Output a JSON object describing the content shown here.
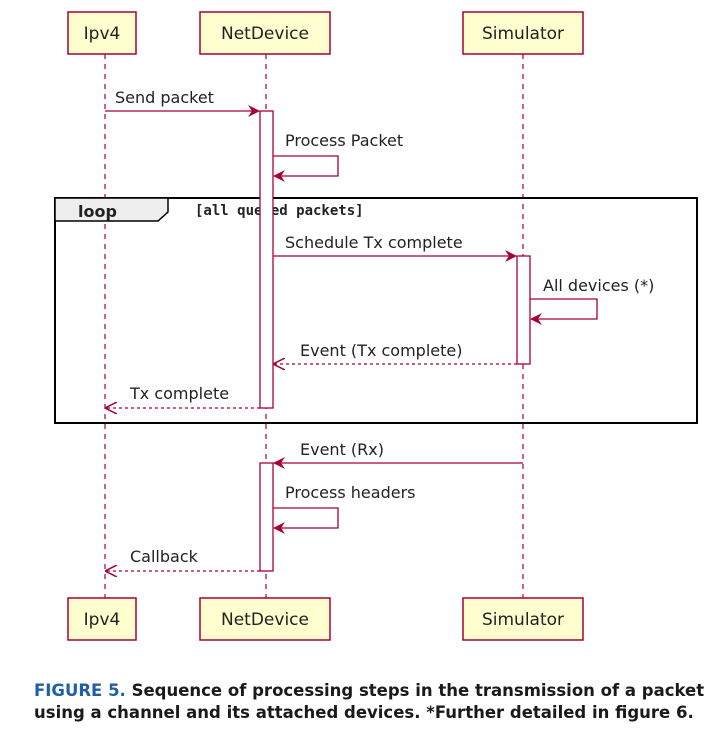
{
  "participants": [
    "Ipv4",
    "NetDevice",
    "Simulator"
  ],
  "loop": {
    "label": "loop",
    "guard": "[all queued packets]"
  },
  "messages": [
    {
      "text": "Send packet",
      "from": "Ipv4",
      "to": "NetDevice",
      "style": "solid"
    },
    {
      "text": "Process Packet",
      "from": "NetDevice",
      "to": "NetDevice",
      "style": "self"
    },
    {
      "text": "Schedule Tx complete",
      "from": "NetDevice",
      "to": "Simulator",
      "style": "solid"
    },
    {
      "text": "All devices (*)",
      "from": "Simulator",
      "to": "Simulator",
      "style": "self"
    },
    {
      "text": "Event (Tx complete)",
      "from": "Simulator",
      "to": "NetDevice",
      "style": "dashed"
    },
    {
      "text": "Tx complete",
      "from": "NetDevice",
      "to": "Ipv4",
      "style": "dashed"
    },
    {
      "text": "Event (Rx)",
      "from": "Simulator",
      "to": "NetDevice",
      "style": "solid"
    },
    {
      "text": "Process headers",
      "from": "NetDevice",
      "to": "NetDevice",
      "style": "self"
    },
    {
      "text": "Callback",
      "from": "NetDevice",
      "to": "Ipv4",
      "style": "dashed"
    }
  ],
  "colors": {
    "arrow": "#a80036",
    "box_fill": "#fefece",
    "box_stroke": "#a80036",
    "caption_accent": "#1f5fa8"
  },
  "caption": {
    "figure_label": "FIGURE 5.",
    "text": "Sequence of processing steps in the transmission of a packet using a channel and its attached devices. *Further detailed in figure 6."
  }
}
